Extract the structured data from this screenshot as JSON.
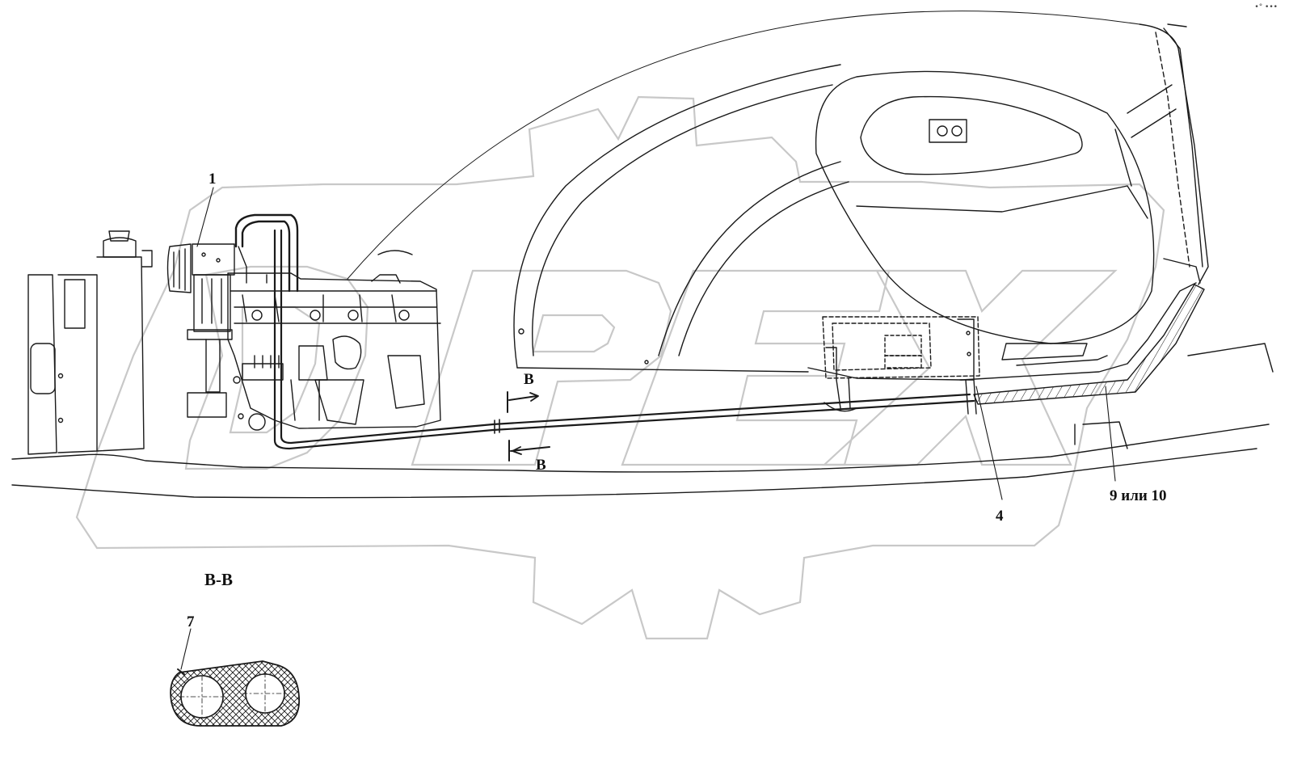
{
  "callouts": {
    "c1": "1",
    "c4": "4",
    "c7": "7",
    "c9_10": "9 или 10",
    "section_top": "B",
    "section_bottom": "B",
    "section_title": "B-B"
  },
  "watermark": {
    "logo_text": "DEX",
    "color": "#c8c8c8"
  },
  "colors": {
    "line": "#1a1a1a",
    "background": "#ffffff"
  }
}
